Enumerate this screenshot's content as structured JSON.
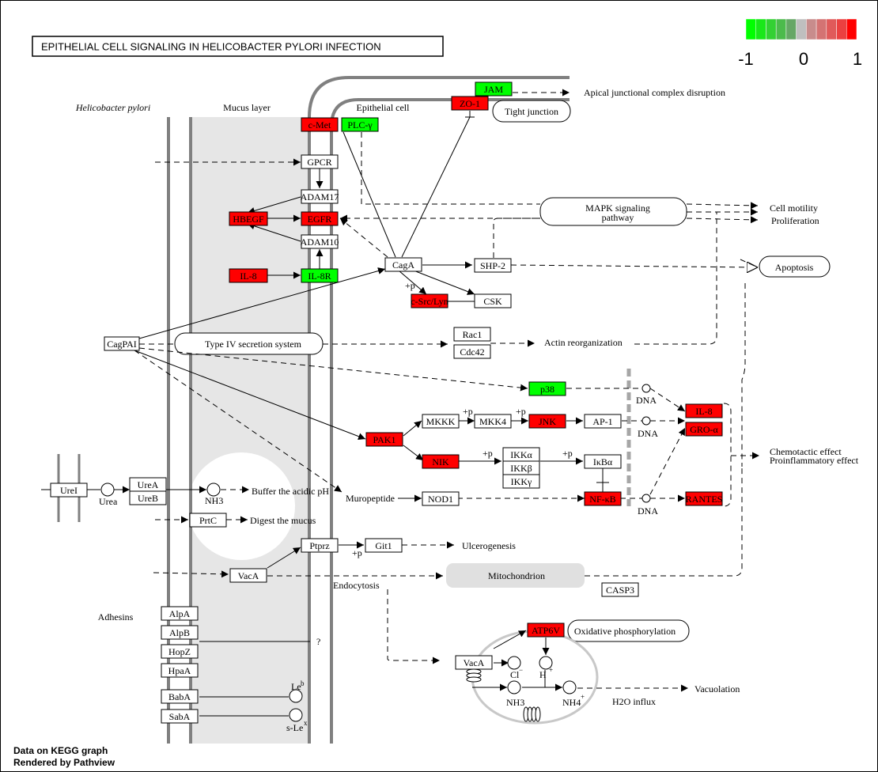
{
  "title": "EPITHELIAL CELL SIGNALING IN HELICOBACTER PYLORI INFECTION",
  "legend": {
    "colors": [
      "#00ff00",
      "#19e819",
      "#33d133",
      "#4cbb4c",
      "#66a766",
      "#bfbfbf",
      "#c88c8c",
      "#d47373",
      "#e05a5a",
      "#eb4040",
      "#ff0000"
    ],
    "min_label": "-1",
    "mid_label": "0",
    "max_label": "1"
  },
  "footer": {
    "line1": "Data on KEGG graph",
    "line2": "Rendered by Pathview"
  },
  "regions": {
    "helicobacter": "Helicobacter pylori",
    "mucus": "Mucus layer",
    "epithelial": "Epithelial cell",
    "adhesins": "Adhesins"
  },
  "colors": {
    "up": "#ff0000",
    "down": "#00ff00",
    "none": "#ffffff"
  },
  "genes": {
    "jam": {
      "label": "JAM",
      "status": "down"
    },
    "zo1": {
      "label": "ZO-1",
      "status": "up"
    },
    "cmet": {
      "label": "c-Met",
      "status": "up"
    },
    "plcg": {
      "label": "PLC-γ",
      "status": "down"
    },
    "gpcr": {
      "label": "GPCR",
      "status": "none"
    },
    "adam17": {
      "label": "ADAM17",
      "status": "none"
    },
    "hbegf": {
      "label": "HBEGF",
      "status": "up"
    },
    "egfr": {
      "label": "EGFR",
      "status": "up"
    },
    "adam10": {
      "label": "ADAM10",
      "status": "none"
    },
    "il8_top": {
      "label": "IL-8",
      "status": "up"
    },
    "il8r": {
      "label": "IL-8R",
      "status": "down"
    },
    "caga": {
      "label": "CagA",
      "status": "none"
    },
    "shp2": {
      "label": "SHP-2",
      "status": "none"
    },
    "csrc": {
      "label": "c-Src/Lyn",
      "status": "up"
    },
    "csk": {
      "label": "CSK",
      "status": "none"
    },
    "cagpai": {
      "label": "CagPAI",
      "status": "none"
    },
    "rac1": {
      "label": "Rac1",
      "status": "none"
    },
    "cdc42": {
      "label": "Cdc42",
      "status": "none"
    },
    "p38": {
      "label": "p38",
      "status": "down"
    },
    "mkkk": {
      "label": "MKKK",
      "status": "none"
    },
    "mkk4": {
      "label": "MKK4",
      "status": "none"
    },
    "jnk": {
      "label": "JNK",
      "status": "up"
    },
    "ap1": {
      "label": "AP-1",
      "status": "none"
    },
    "pak1": {
      "label": "PAK1",
      "status": "up"
    },
    "nik": {
      "label": "NIK",
      "status": "up"
    },
    "ikka": {
      "label": "IKKα",
      "status": "none"
    },
    "ikkb": {
      "label": "IKKβ",
      "status": "none"
    },
    "ikkg": {
      "label": "IKKγ",
      "status": "none"
    },
    "ikba": {
      "label": "IκBα",
      "status": "none"
    },
    "il8_right": {
      "label": "IL-8",
      "status": "up"
    },
    "groa": {
      "label": "GRO-α",
      "status": "up"
    },
    "nfkb": {
      "label": "NF-κB",
      "status": "up"
    },
    "rantes": {
      "label": "RANTES",
      "status": "up"
    },
    "urel": {
      "label": "UreI",
      "status": "none"
    },
    "urea_g": {
      "label": "UreA",
      "status": "none"
    },
    "ureb": {
      "label": "UreB",
      "status": "none"
    },
    "prtc": {
      "label": "PrtC",
      "status": "none"
    },
    "nod1": {
      "label": "NOD1",
      "status": "none"
    },
    "ptprz": {
      "label": "Ptprz",
      "status": "none"
    },
    "git1": {
      "label": "Git1",
      "status": "none"
    },
    "vaca": {
      "label": "VacA",
      "status": "none"
    },
    "casp3": {
      "label": "CASP3",
      "status": "none"
    },
    "alpa": {
      "label": "AlpA",
      "status": "none"
    },
    "alpb": {
      "label": "AlpB",
      "status": "none"
    },
    "hopz": {
      "label": "HopZ",
      "status": "none"
    },
    "hpaa": {
      "label": "HpaA",
      "status": "none"
    },
    "baba": {
      "label": "BabA",
      "status": "none"
    },
    "saba": {
      "label": "SabA",
      "status": "none"
    },
    "atp6v": {
      "label": "ATP6V",
      "status": "up"
    },
    "vaca2": {
      "label": "VacA",
      "status": "none"
    }
  },
  "pathways": {
    "tight_junction": "Tight junction",
    "mapk": [
      "MAPK signaling",
      "pathway"
    ],
    "apoptosis": "Apoptosis",
    "t4ss": "Type IV secretion system",
    "mitochondrion": "Mitochondrion",
    "oxphos": "Oxidative phosphorylation"
  },
  "texts": {
    "apical": "Apical junctional complex disruption",
    "cell_motility": "Cell motility",
    "proliferation": "Proliferation",
    "actin": "Actin reorganization",
    "chemotactic": "Chemotactic effect",
    "proinflam": "Proinflammatory effect",
    "buffer": "Buffer the acidic pH",
    "digest": "Digest the mucus",
    "muropeptide": "Muropeptide",
    "ulcerogenesis": "Ulcerogenesis",
    "endocytosis": "Endocytosis",
    "vacuolation": "Vacuolation",
    "h2o": "H2O influx",
    "urea": "Urea",
    "nh3": "NH3",
    "nh3b": "NH3",
    "nh4": "NH4",
    "h": "H",
    "cl": "Cl",
    "dna": "DNA",
    "leb": "Le",
    "slex": "s-Le",
    "q": "?",
    "plusp": "+p"
  }
}
